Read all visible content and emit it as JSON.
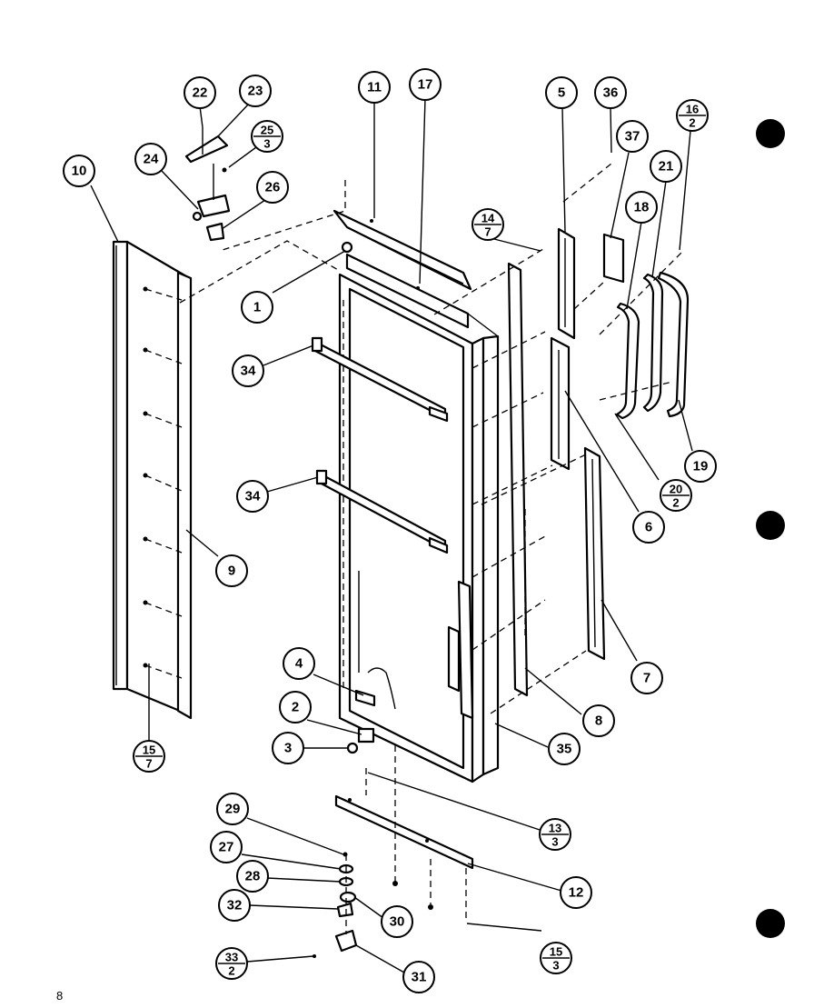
{
  "diagram": {
    "page_number": "8",
    "callouts": [
      {
        "label": "22"
      },
      {
        "label": "23"
      },
      {
        "label": "24"
      },
      {
        "label": "25",
        "sub": "3"
      },
      {
        "label": "26"
      },
      {
        "label": "10"
      },
      {
        "label": "11"
      },
      {
        "label": "17"
      },
      {
        "label": "1"
      },
      {
        "label": "14",
        "sub": "7"
      },
      {
        "label": "5"
      },
      {
        "label": "36"
      },
      {
        "label": "37"
      },
      {
        "label": "16",
        "sub": "2"
      },
      {
        "label": "21"
      },
      {
        "label": "18"
      },
      {
        "label": "34"
      },
      {
        "label": "34"
      },
      {
        "label": "9"
      },
      {
        "label": "6"
      },
      {
        "label": "20",
        "sub": "2"
      },
      {
        "label": "19"
      },
      {
        "label": "7"
      },
      {
        "label": "4"
      },
      {
        "label": "2"
      },
      {
        "label": "3"
      },
      {
        "label": "8"
      },
      {
        "label": "35"
      },
      {
        "label": "15",
        "sub": "7"
      },
      {
        "label": "13",
        "sub": "3"
      },
      {
        "label": "29"
      },
      {
        "label": "27"
      },
      {
        "label": "28"
      },
      {
        "label": "12"
      },
      {
        "label": "32"
      },
      {
        "label": "30"
      },
      {
        "label": "15",
        "sub": "3"
      },
      {
        "label": "33",
        "sub": "2"
      },
      {
        "label": "31"
      }
    ]
  }
}
